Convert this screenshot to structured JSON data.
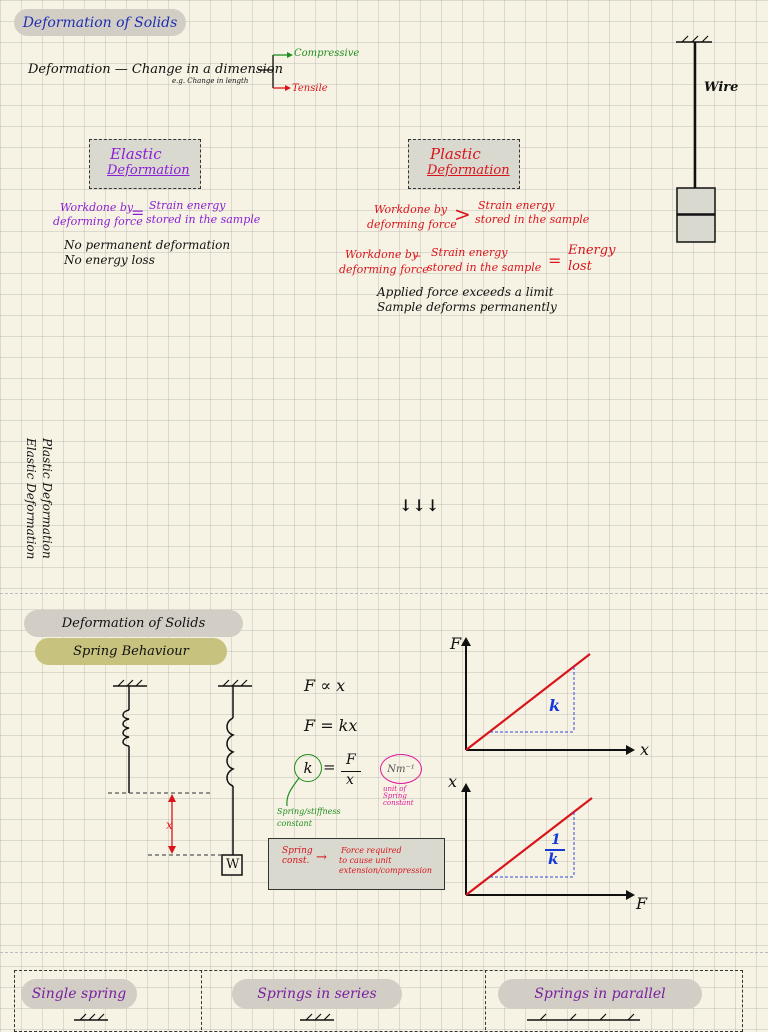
{
  "page1": {
    "title": "Deformation of Solids",
    "definition": {
      "term": "Deformation",
      "dash": "—",
      "text": "Change in a dimension",
      "note": "e.g. Change in length",
      "branch_top": "Compressive",
      "branch_bottom": "Tensile"
    },
    "elastic": {
      "title_line1": "Elastic",
      "title_line2": "Deformation",
      "work_line1": "Workdone by",
      "work_line2": "deforming force",
      "symbol": "=",
      "energy_line1": "Strain energy",
      "energy_line2": "stored in the sample",
      "note1": "No permanent deformation",
      "note2": "No energy loss"
    },
    "plastic": {
      "title_line1": "Plastic",
      "title_line2": "Deformation",
      "eq1_work_line1": "Workdone by",
      "eq1_work_line2": "deforming force",
      "eq1_symbol": ">",
      "eq1_energy_line1": "Strain energy",
      "eq1_energy_line2": "stored in the sample",
      "eq2_work_line1": "Workdone by",
      "eq2_work_line2": "deforming force",
      "eq2_minus": "–",
      "eq2_energy_line1": "Strain energy",
      "eq2_energy_line2": "stored in the sample",
      "eq2_equals": "=",
      "eq2_result_line1": "Energy",
      "eq2_result_line2": "lost",
      "note1": "Applied force exceeds a limit",
      "note2": "Sample deforms permanently"
    },
    "wire_label": "Wire",
    "vertical_line1": "Plastic Deformation",
    "vertical_line2": "Elastic Deformation",
    "arrows": "↓↓↓"
  },
  "page2": {
    "title": "Deformation of Solids",
    "subtitle": "Spring Behaviour",
    "eq1": "F ∝ x",
    "eq2": "F = kx",
    "k_symbol": "k",
    "eq3_equals": "=",
    "eq3_num": "F",
    "eq3_den": "x",
    "unit": "Nm⁻¹",
    "unit_caption_line1": "unit of",
    "unit_caption_line2": "Spring",
    "unit_caption_line3": "constant",
    "k_caption_line1": "Spring/stiffness",
    "k_caption_line2": "constant",
    "def_label_line1": "Spring",
    "def_label_line2": "const.",
    "def_arrow": "→",
    "def_text_line1": "Force required",
    "def_text_line2": "to cause unit",
    "def_text_line3": "extension/compression",
    "extension_label": "x",
    "weight_label": "W",
    "graph1": {
      "y_axis": "F",
      "x_axis": "x",
      "slope_label": "k"
    },
    "graph2": {
      "y_axis": "x",
      "x_axis": "F",
      "slope_num": "1",
      "slope_den": "k"
    }
  },
  "page3": {
    "col1": "Single spring",
    "col2": "Springs in series",
    "col3": "Springs in parallel"
  },
  "colors": {
    "purple": "#8a1fd6",
    "red": "#d9141b",
    "green": "#1f8f1f",
    "blue": "#1538d8",
    "magenta": "#e2189a",
    "title_pill": "#d2cec6",
    "subtitle_pill": "#c7c27e"
  }
}
